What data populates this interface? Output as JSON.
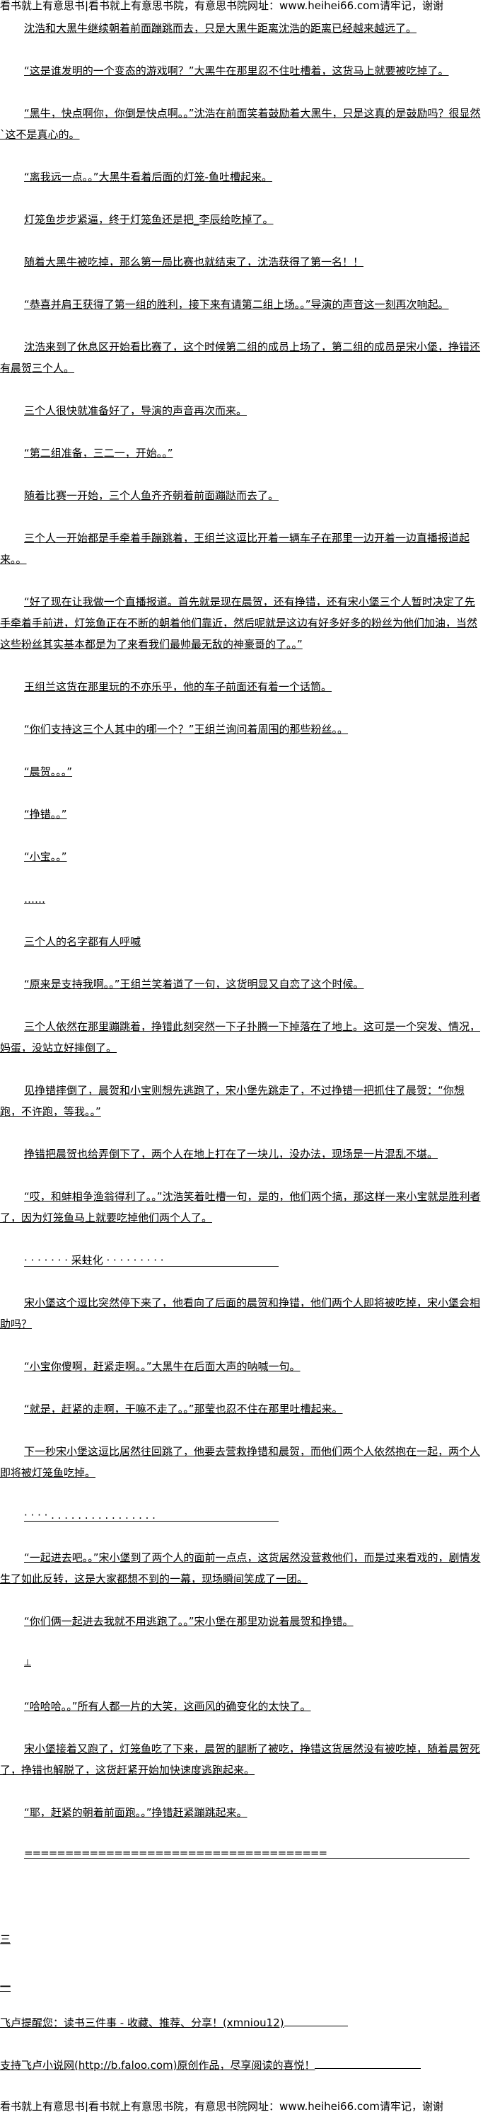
{
  "site_banner": "看书就上有意思书|看书就上有意思书院，有意思书院网址：www.heihei66.com请牢记，谢谢",
  "paragraphs": [
    "沈浩和大黑牛继续朝着前面蹦跳而去，只是大黑牛距离沈浩的距离已经越来越远了。",
    "“这是谁发明的一个变态的游戏啊？”大黑牛在那里忍不住吐槽着，这货马上就要被吃掉了。",
    "“黑牛，快点啊你，你倒是快点啊。。”沈浩在前面笑着鼓励着大黑牛，只是这真的是鼓励吗？很显然`这不是真心的。",
    "“离我远一点。。”大黑牛看着后面的灯笼-鱼吐槽起来。",
    "灯笼鱼步步紧逼，终于灯笼鱼还是把_李辰给吃掉了。",
    "随着大黑牛被吃掉，那么第一局比赛也就结束了，沈浩获得了第一名！！",
    "“恭喜并肩王获得了第一组的胜利，接下来有请第二组上场。。”导演的声音这一刻再次响起。",
    "沈浩来到了休息区开始看比赛了，这个时候第二组的成员上场了，第二组的成员是宋小堡，挣错还有晨贺三个人。",
    "三个人很快就准备好了，导演的声音再次而来。",
    "“第二组准备，三二一，开始。。”",
    "随着比赛一开始，三个人鱼齐齐朝着前面蹦跶而去了。",
    "三个人一开始都是手牵着手蹦跳着，王组兰这逗比开着一辆车子在那里一边开着一边直播报道起来。。",
    "“好了现在让我做一个直播报道。首先就是现在晨贺，还有挣错，还有宋小堡三个人暂时决定了先手牵着手前进，灯笼鱼正在不断的朝着他们靠近，然后呢就是这边有好多好多的粉丝为他们加油，当然这些粉丝其实基本都是为了来看我们最帅最无敌的神豪哥的了。。”",
    "王组兰这货在那里玩的不亦乐乎，他的车子前面还有着一个话筒。",
    "“你们支持这三个人其中的哪一个？”王组兰询问着周围的那些粉丝。。",
    "“晨贺。。。”",
    "“挣错。。”",
    "“小宝。。”",
    "……",
    "三个人的名字都有人呼喊",
    "“原来是支持我啊。。”王组兰笑着道了一句，这货明显又自恋了这个时候。",
    "三个人依然在那里蹦跳着，挣错此刻突然一下子扑腾一下掉落在了地上。这可是一个突发、情况，妈蛋，没站立好摔倒了。",
    "见挣错摔倒了，晨贺和小宝则想先逃跑了，宋小堡先跳走了，不过挣错一把抓住了晨贺：“你想跑，不许跑，等我。。”",
    "挣错把晨贺也给弄倒下了，两个人在地上打在了一块儿，没办法，现场是一片混乱不堪。",
    "“哎，和蚌相争渔翁得利了。。”沈浩笑着吐槽一句，是的，他们两个搞，那这样一来小宝就是胜利者了，因为灯笼鱼马上就要吃掉他们两个人了。",
    "· · · · · · · 采蛀化 · · · · · · · · ·",
    "宋小堡这个逗比突然停下来了，他看向了后面的晨贺和挣错，他们两个人即将被吃掉，宋小堡会相助吗？",
    "“小宝你傻啊，赶紧走啊。。”大黑牛在后面大声的呐喊一句。",
    "“就是，赶紧的走啊，干嘛不走了。。”那莹也忍不住在那里吐槽起来。",
    "下一秒宋小堡这逗比居然往回跳了，他要去营救挣错和晨贺，而他们两个人依然抱在一起，两个人即将被灯笼鱼吃掉。",
    "· · · · . . . . . . . . . . . . . . . .",
    "“一起进去吧。。”宋小堡到了两个人的面前一点点，这货居然没营救他们，而是过来看戏的，剧情发生了如此反转，这是大家都想不到的一幕，现场瞬间笑成了一团。",
    "“你们俩一起进去我就不用逃跑了。。”宋小堡在那里劝说着晨贺和挣错。",
    "丄",
    "“哈哈哈。。”所有人都一片的大笑，这画风的确变化的太快了。",
    "宋小堡接着又跑了，灯笼鱼吃了下来，晨贺的腿断了被吃，挣错这货居然没有被吃掉，随着晨贺死了，挣错也解脱了，这货赶紧开始加快速度逃跑起来。",
    "“耶，赶紧的朝着前面跑。。”挣错赶紧蹦跳起来。",
    "====================================="
  ],
  "marks": {
    "san": "三",
    "yi": "一"
  },
  "footer": {
    "faloo_remind": "飞卢提醒您：读书三件事 - 收藏、推荐、分享！(xmniou12)",
    "faloo_support": "支持飞卢小说网(http://b.faloo.com)原创作品，尽享阅读的喜悦！"
  }
}
